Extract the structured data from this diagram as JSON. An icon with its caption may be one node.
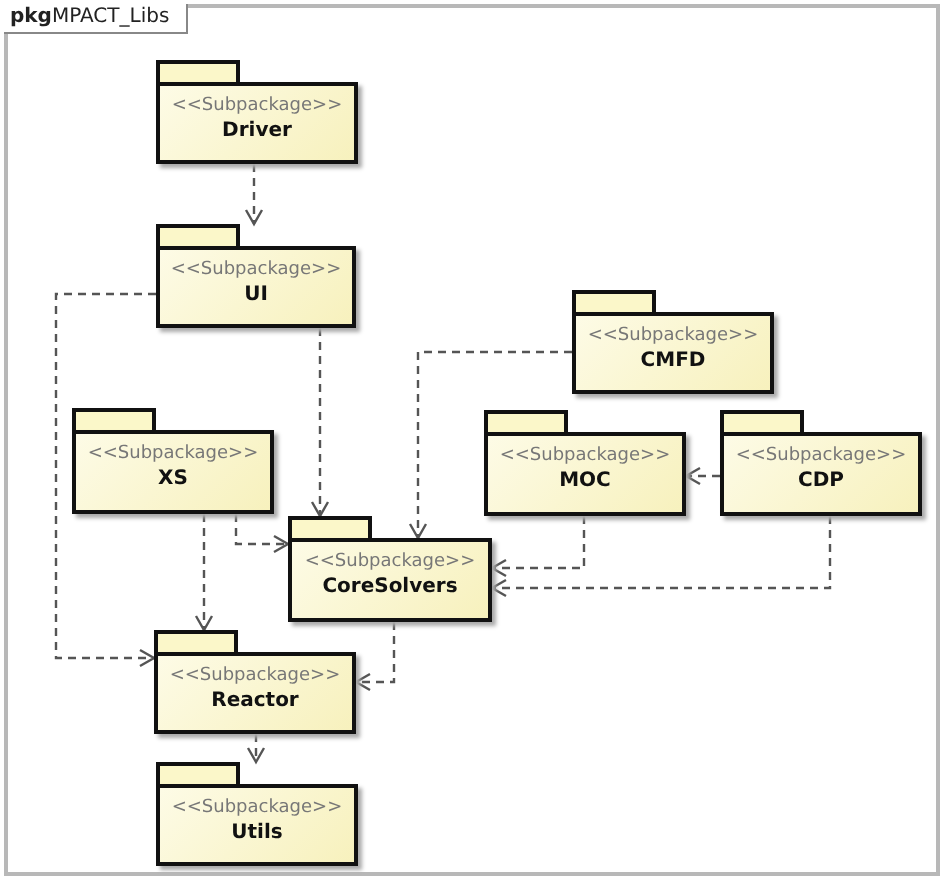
{
  "diagram": {
    "title": "**pkg**MPACT_Libs",
    "nodes": [
      {
        "text": [
          "<<Subpackage>>",
          "Driver"
        ]
      },
      {
        "text": [
          "<<Subpackage>>",
          "UI"
        ]
      },
      {
        "text": [
          "<<Subpackage>>",
          "CMFD"
        ]
      },
      {
        "text": [
          "<<Subpackage>>",
          "XS"
        ]
      },
      {
        "text": [
          "<<Subpackage>>",
          "MOC"
        ]
      },
      {
        "text": [
          "<<Subpackage>>",
          "CDP"
        ]
      },
      {
        "text": [
          "<<Subpackage>>",
          "CoreSolvers"
        ]
      },
      {
        "text": [
          "<<Subpackage>>",
          "Reactor"
        ]
      },
      {
        "text": [
          "<<Subpackage>>",
          "Utils"
        ]
      }
    ],
    "edges": [
      {
        "from": 0,
        "to": 1,
        "arrow": "to",
        "style": "dashed"
      },
      {
        "from": 1,
        "to": 7,
        "arrow": "to",
        "style": "dashed"
      },
      {
        "from": 1,
        "to": 6,
        "arrow": "to",
        "style": "dashed"
      },
      {
        "from": 2,
        "to": 6,
        "arrow": "to",
        "style": "dashed"
      },
      {
        "from": 3,
        "to": 6,
        "arrow": "to",
        "style": "dashed"
      },
      {
        "from": 3,
        "to": 7,
        "arrow": "to",
        "style": "dashed"
      },
      {
        "from": 4,
        "to": 6,
        "arrow": "to",
        "style": "dashed"
      },
      {
        "from": 5,
        "to": 6,
        "arrow": "to",
        "style": "dashed"
      },
      {
        "from": 5,
        "to": 4,
        "arrow": "to",
        "style": "dashed"
      },
      {
        "from": 6,
        "to": 7,
        "arrow": "to",
        "style": "dashed"
      },
      {
        "from": 7,
        "to": 8,
        "arrow": "to",
        "style": "dashed"
      }
    ]
  }
}
